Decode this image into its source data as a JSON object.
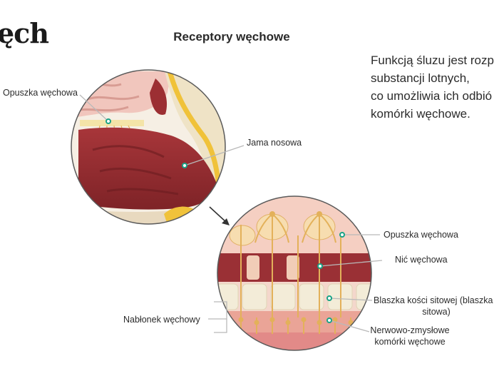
{
  "slide": {
    "title": "ęch",
    "diagram_title": "Receptory węchowe",
    "description_lines": [
      "Funkcją śluzu jest rozp",
      "substancji lotnych,",
      "co umożliwia ich odbió",
      "komórki węchowe."
    ]
  },
  "labels": {
    "olfactory_bulb_left": "Opuszka węchowa",
    "nasal_cavity": "Jama nosowa",
    "olfactory_bulb_right": "Opuszka węchowa",
    "olfactory_nerve": "Nić węchowa",
    "cribriform_plate_line1": "Blaszka kości sitowej (blaszka",
    "cribriform_plate_line2": "sitowa)",
    "olfactory_epithelium": "Nabłonek węchowy",
    "receptor_cells_line1": "Nerwowo-zmysłowe",
    "receptor_cells_line2": "komórki węchowe"
  },
  "colors": {
    "marker": "#1aa386",
    "tissue_dark": "#8b2a2e",
    "tissue_light": "#d98a86",
    "nerve": "#e3b15a",
    "bone": "#f2ead6",
    "leader_line": "#b9b9b9"
  }
}
